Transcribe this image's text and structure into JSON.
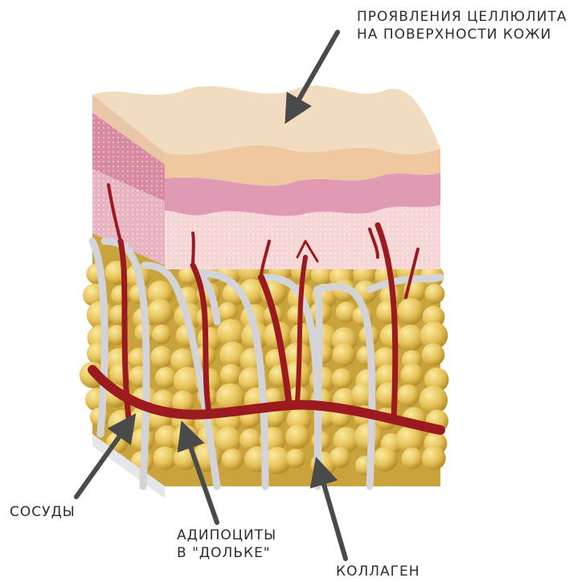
{
  "labels": {
    "cellulite_line1": "ПРОЯВЛЕНИЯ ЦЕЛЛЮЛИТА",
    "cellulite_line2": "НА ПОВЕРХНОСТИ КОЖИ",
    "vessels": "СОСУДЫ",
    "adipocytes_line1": "АДИПОЦИТЫ",
    "adipocytes_line2": "В \"ДОЛЬКЕ\"",
    "collagen": "КОЛЛАГЕН"
  },
  "colors": {
    "epidermis": "#efd2ae",
    "dermis": "#e3a0b6",
    "dermis_lower": "#f4d3d5",
    "fat": "#e9c75a",
    "collagen": "#d3d3d8",
    "vessels": "#9b1a1f",
    "arrows": "#4a4a4a"
  }
}
